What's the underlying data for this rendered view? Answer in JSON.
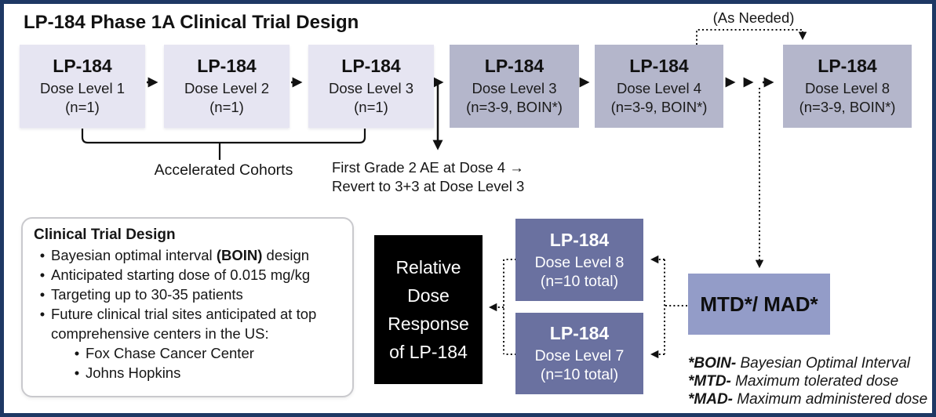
{
  "title": "LP-184 Phase 1A Clinical Trial Design",
  "colors": {
    "border_navy": "#1e3864",
    "light_box": "#e6e5f2",
    "mid_box": "#b4b6cb",
    "purple_box": "#6a71a0",
    "mtd_box": "#939cc8",
    "black_box": "#000000"
  },
  "flow": {
    "boxes": [
      {
        "name": "LP-184",
        "level": "Dose Level 1",
        "n": "(n=1)"
      },
      {
        "name": "LP-184",
        "level": "Dose Level 2",
        "n": "(n=1)"
      },
      {
        "name": "LP-184",
        "level": "Dose Level 3",
        "n": "(n=1)"
      },
      {
        "name": "LP-184",
        "level": "Dose Level 3",
        "n": "(n=3-9, BOIN*)"
      },
      {
        "name": "LP-184",
        "level": "Dose Level 4",
        "n": "(n=3-9, BOIN*)"
      },
      {
        "name": "LP-184",
        "level": "Dose Level 8",
        "n": "(n=3-9, BOIN*)"
      }
    ],
    "as_needed_label": "(As Needed)",
    "accelerated_label": "Accelerated Cohorts",
    "grade2_note": {
      "line1": "First Grade 2 AE at Dose 4 →",
      "line2": "Revert to 3+3 at Dose Level 3"
    }
  },
  "info_panel": {
    "title": "Clinical Trial Design",
    "bullet_boin": {
      "pre": "Bayesian optimal interval ",
      "bold": "(BOIN)",
      "post": " design"
    },
    "bullet_dose": "Anticipated starting dose of 0.015 mg/kg",
    "bullet_patients": "Targeting up to 30-35 patients",
    "bullet_sites": "Future clinical trial sites anticipated at top comprehensive centers in the US:",
    "sub_bullets": [
      "Fox Chase Cancer Center",
      "Johns Hopkins"
    ]
  },
  "outcome": {
    "relative_box_lines": [
      "Relative",
      "Dose",
      "Response",
      "of LP-184"
    ],
    "dose8": {
      "name": "LP-184",
      "level": "Dose Level 8",
      "n": "(n=10 total)"
    },
    "dose7": {
      "name": "LP-184",
      "level": "Dose Level 7",
      "n": "(n=10 total)"
    },
    "mtd_label": "MTD*/ MAD*"
  },
  "legend": [
    {
      "term": "*BOIN-",
      "rest": " Bayesian Optimal Interval"
    },
    {
      "term": "*MTD-",
      "rest": " Maximum tolerated dose"
    },
    {
      "term": "*MAD-",
      "rest": " Maximum administered dose"
    }
  ]
}
